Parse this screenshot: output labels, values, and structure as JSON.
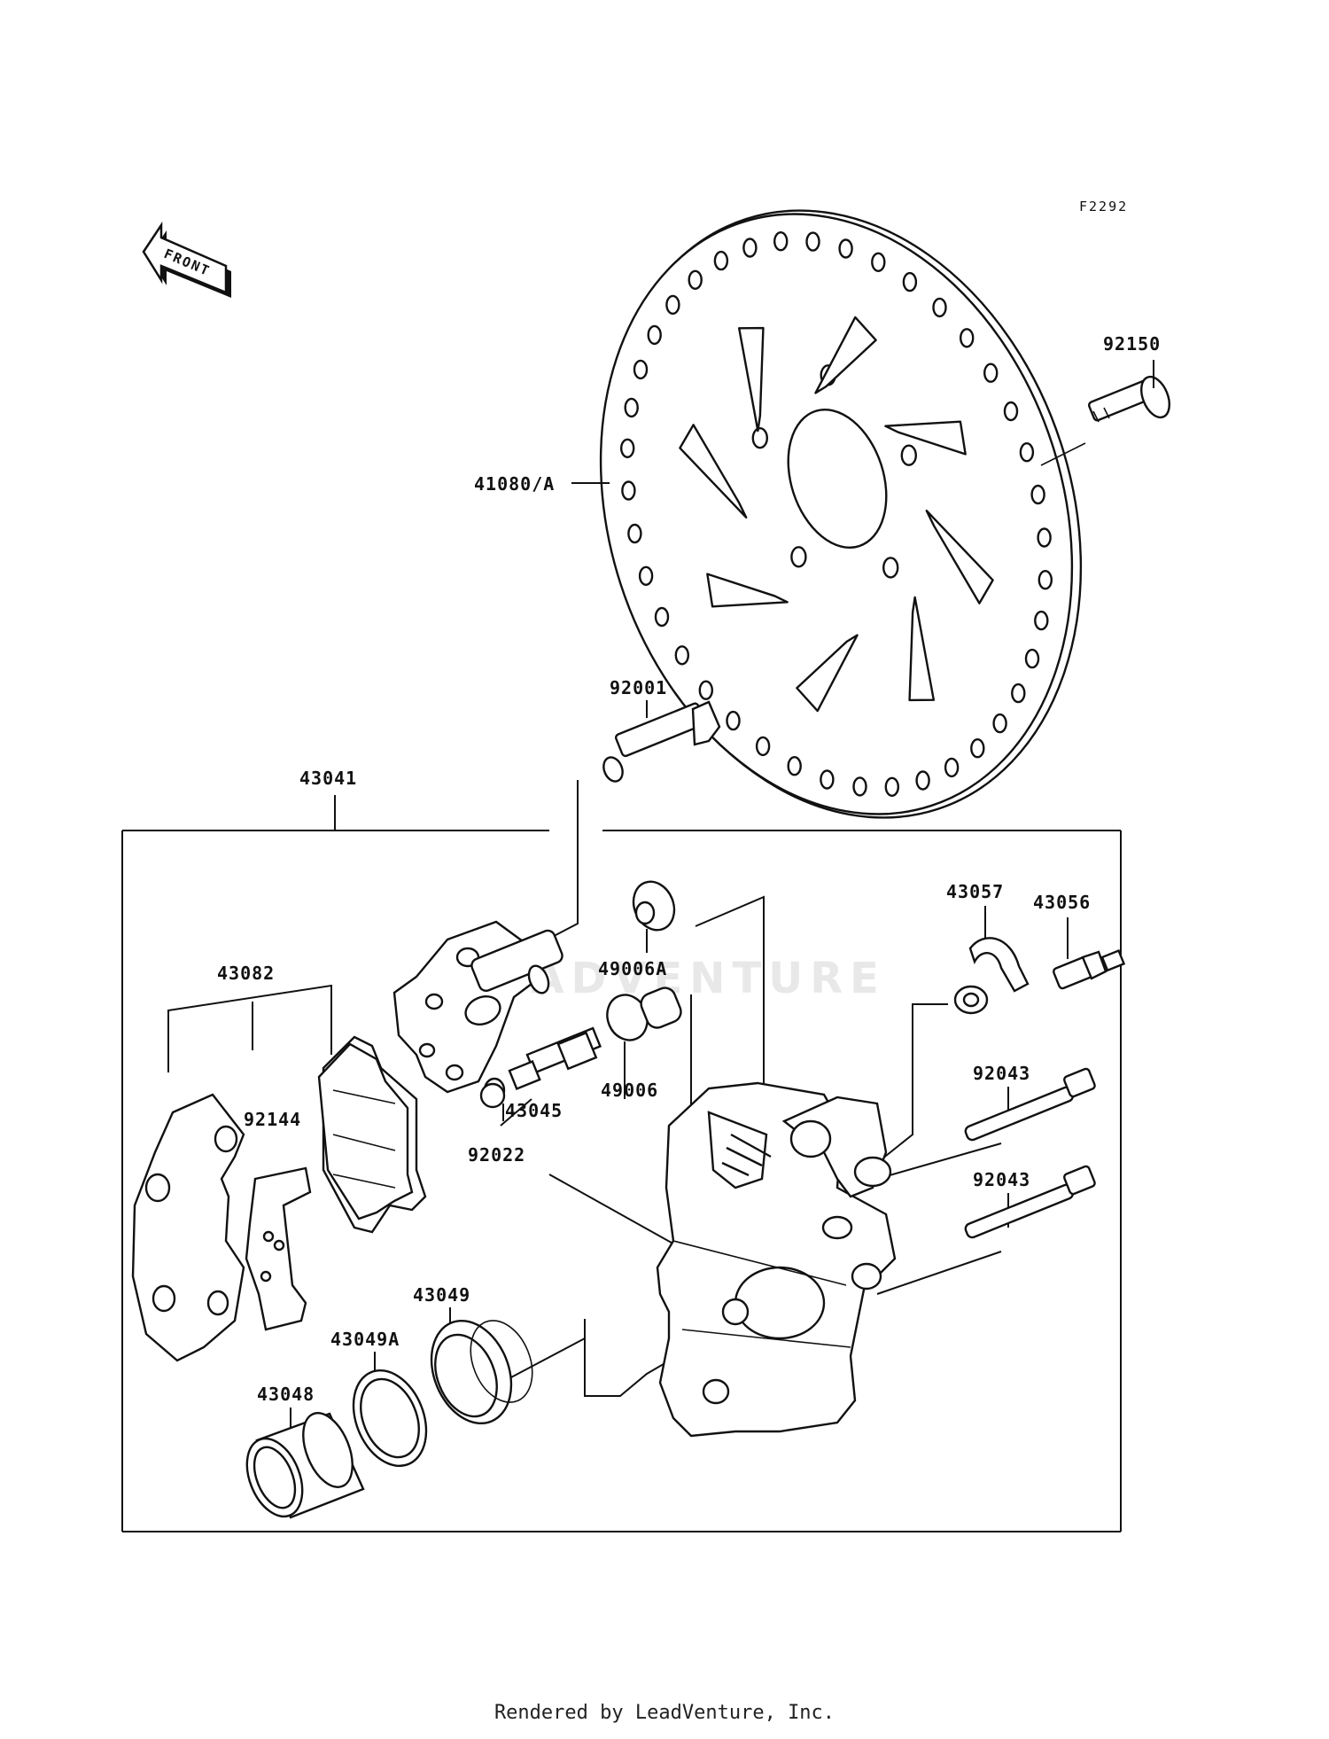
{
  "diagram": {
    "figure_code": "F2292",
    "front_label": "FRONT",
    "watermark": "LEADVENTURE",
    "parts": {
      "p92150": "92150",
      "p41080A": "41080/A",
      "p92001": "92001",
      "p43041": "43041",
      "p43057": "43057",
      "p43056": "43056",
      "p43082": "43082",
      "p49006A": "49006A",
      "p49006": "49006",
      "p43045": "43045",
      "p92022": "92022",
      "p92144": "92144",
      "p92043a": "92043",
      "p92043b": "92043",
      "p43049": "43049",
      "p43049A": "43049A",
      "p43048": "43048"
    }
  },
  "footer": {
    "text": "Rendered by LeadVenture, Inc."
  }
}
